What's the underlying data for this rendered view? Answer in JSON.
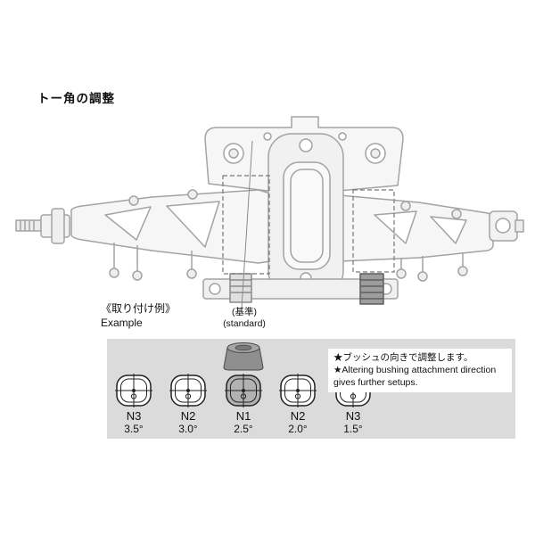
{
  "page": {
    "title": "トー角の調整"
  },
  "example": {
    "label_jp": "《取り付け例》",
    "label_en": "Example",
    "standard_jp": "(基準)",
    "standard_en": "(standard)"
  },
  "bushings": {
    "options": [
      {
        "name": "N3",
        "angle": "3.5°",
        "highlighted": false
      },
      {
        "name": "N2",
        "angle": "3.0°",
        "highlighted": false
      },
      {
        "name": "N1",
        "angle": "2.5°",
        "highlighted": true
      },
      {
        "name": "N2",
        "angle": "2.0°",
        "highlighted": false
      },
      {
        "name": "N3",
        "angle": "1.5°",
        "highlighted": false
      }
    ],
    "note_jp": "★ブッシュの向きで調整します。",
    "note_en": "★Altering bushing attachment direction gives further setups."
  },
  "colors": {
    "panel_background": "#dbdbdb",
    "highlight_fill": "#b2b2b2",
    "diagram_line": "#a3a3a3",
    "text": "#111111"
  }
}
